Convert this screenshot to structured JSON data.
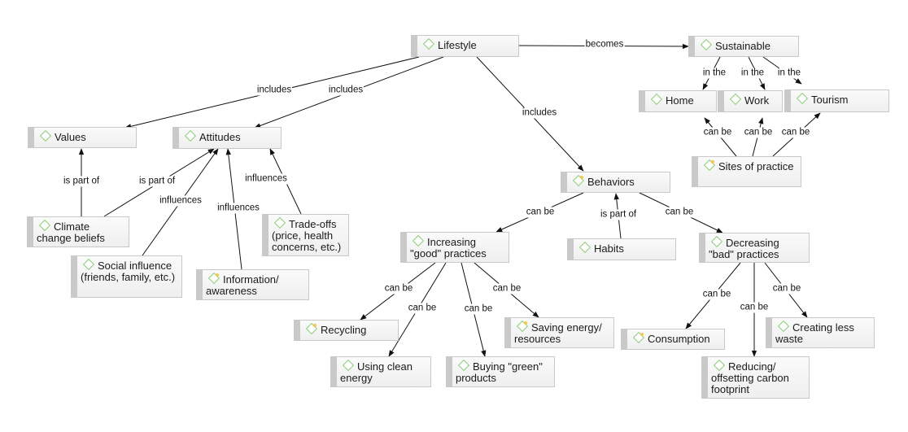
{
  "diagram": {
    "type": "concept-map",
    "nodes": [
      {
        "id": "lifestyle",
        "label": "Lifestyle",
        "note": false
      },
      {
        "id": "sustainable",
        "label": "Sustainable",
        "note": false
      },
      {
        "id": "home",
        "label": "Home",
        "note": false
      },
      {
        "id": "work",
        "label": "Work",
        "note": false
      },
      {
        "id": "tourism",
        "label": "Tourism",
        "note": false
      },
      {
        "id": "sites",
        "label": "Sites of practice",
        "note": true
      },
      {
        "id": "values",
        "label": "Values",
        "note": false
      },
      {
        "id": "attitudes",
        "label": "Attitudes",
        "note": false
      },
      {
        "id": "climate",
        "label": "Climate change beliefs",
        "note": false
      },
      {
        "id": "social",
        "label": "Social influence (friends, family, etc.)",
        "note": false
      },
      {
        "id": "info",
        "label": "Information/ awareness",
        "note": true
      },
      {
        "id": "tradeoffs",
        "label": "Trade-offs (price, health concerns, etc.)",
        "note": false
      },
      {
        "id": "behaviors",
        "label": "Behaviors",
        "note": true
      },
      {
        "id": "increasing",
        "label": "Increasing \"good\" practices",
        "note": false
      },
      {
        "id": "habits",
        "label": "Habits",
        "note": false
      },
      {
        "id": "decreasing",
        "label": "Decreasing \"bad\" practices",
        "note": false
      },
      {
        "id": "recycling",
        "label": "Recycling",
        "note": true
      },
      {
        "id": "cleanenergy",
        "label": "Using clean energy",
        "note": false
      },
      {
        "id": "green",
        "label": "Buying \"green\" products",
        "note": false
      },
      {
        "id": "saving",
        "label": "Saving energy/ resources",
        "note": true
      },
      {
        "id": "consumption",
        "label": "Consumption",
        "note": true
      },
      {
        "id": "reducing",
        "label": "Reducing/ offsetting carbon footprint",
        "note": false
      },
      {
        "id": "waste",
        "label": "Creating less waste",
        "note": false
      }
    ],
    "edges": [
      {
        "from": "lifestyle",
        "to": "sustainable",
        "label": "becomes"
      },
      {
        "from": "lifestyle",
        "to": "values",
        "label": "includes"
      },
      {
        "from": "lifestyle",
        "to": "attitudes",
        "label": "includes"
      },
      {
        "from": "lifestyle",
        "to": "behaviors",
        "label": "includes"
      },
      {
        "from": "sustainable",
        "to": "home",
        "label": "in the"
      },
      {
        "from": "sustainable",
        "to": "work",
        "label": "in the"
      },
      {
        "from": "sustainable",
        "to": "tourism",
        "label": "in the"
      },
      {
        "from": "sites",
        "to": "home",
        "label": "can be"
      },
      {
        "from": "sites",
        "to": "work",
        "label": "can be"
      },
      {
        "from": "sites",
        "to": "tourism",
        "label": "can be"
      },
      {
        "from": "climate",
        "to": "values",
        "label": "is part of"
      },
      {
        "from": "climate",
        "to": "attitudes",
        "label": "is part of"
      },
      {
        "from": "social",
        "to": "attitudes",
        "label": "influences"
      },
      {
        "from": "info",
        "to": "attitudes",
        "label": "influences"
      },
      {
        "from": "tradeoffs",
        "to": "attitudes",
        "label": "influences"
      },
      {
        "from": "behaviors",
        "to": "increasing",
        "label": "can be"
      },
      {
        "from": "habits",
        "to": "behaviors",
        "label": "is part of"
      },
      {
        "from": "behaviors",
        "to": "decreasing",
        "label": "can be"
      },
      {
        "from": "increasing",
        "to": "recycling",
        "label": "can be"
      },
      {
        "from": "increasing",
        "to": "cleanenergy",
        "label": "can be"
      },
      {
        "from": "increasing",
        "to": "green",
        "label": "can be"
      },
      {
        "from": "increasing",
        "to": "saving",
        "label": "can be"
      },
      {
        "from": "decreasing",
        "to": "consumption",
        "label": "can be"
      },
      {
        "from": "decreasing",
        "to": "reducing",
        "label": "can be"
      },
      {
        "from": "decreasing",
        "to": "waste",
        "label": "can be"
      }
    ]
  },
  "colors": {
    "node_icon": "#8dcc7a",
    "note_dot": "#f2c94c",
    "node_border": "#c8c8c8",
    "edge": "#111111"
  }
}
